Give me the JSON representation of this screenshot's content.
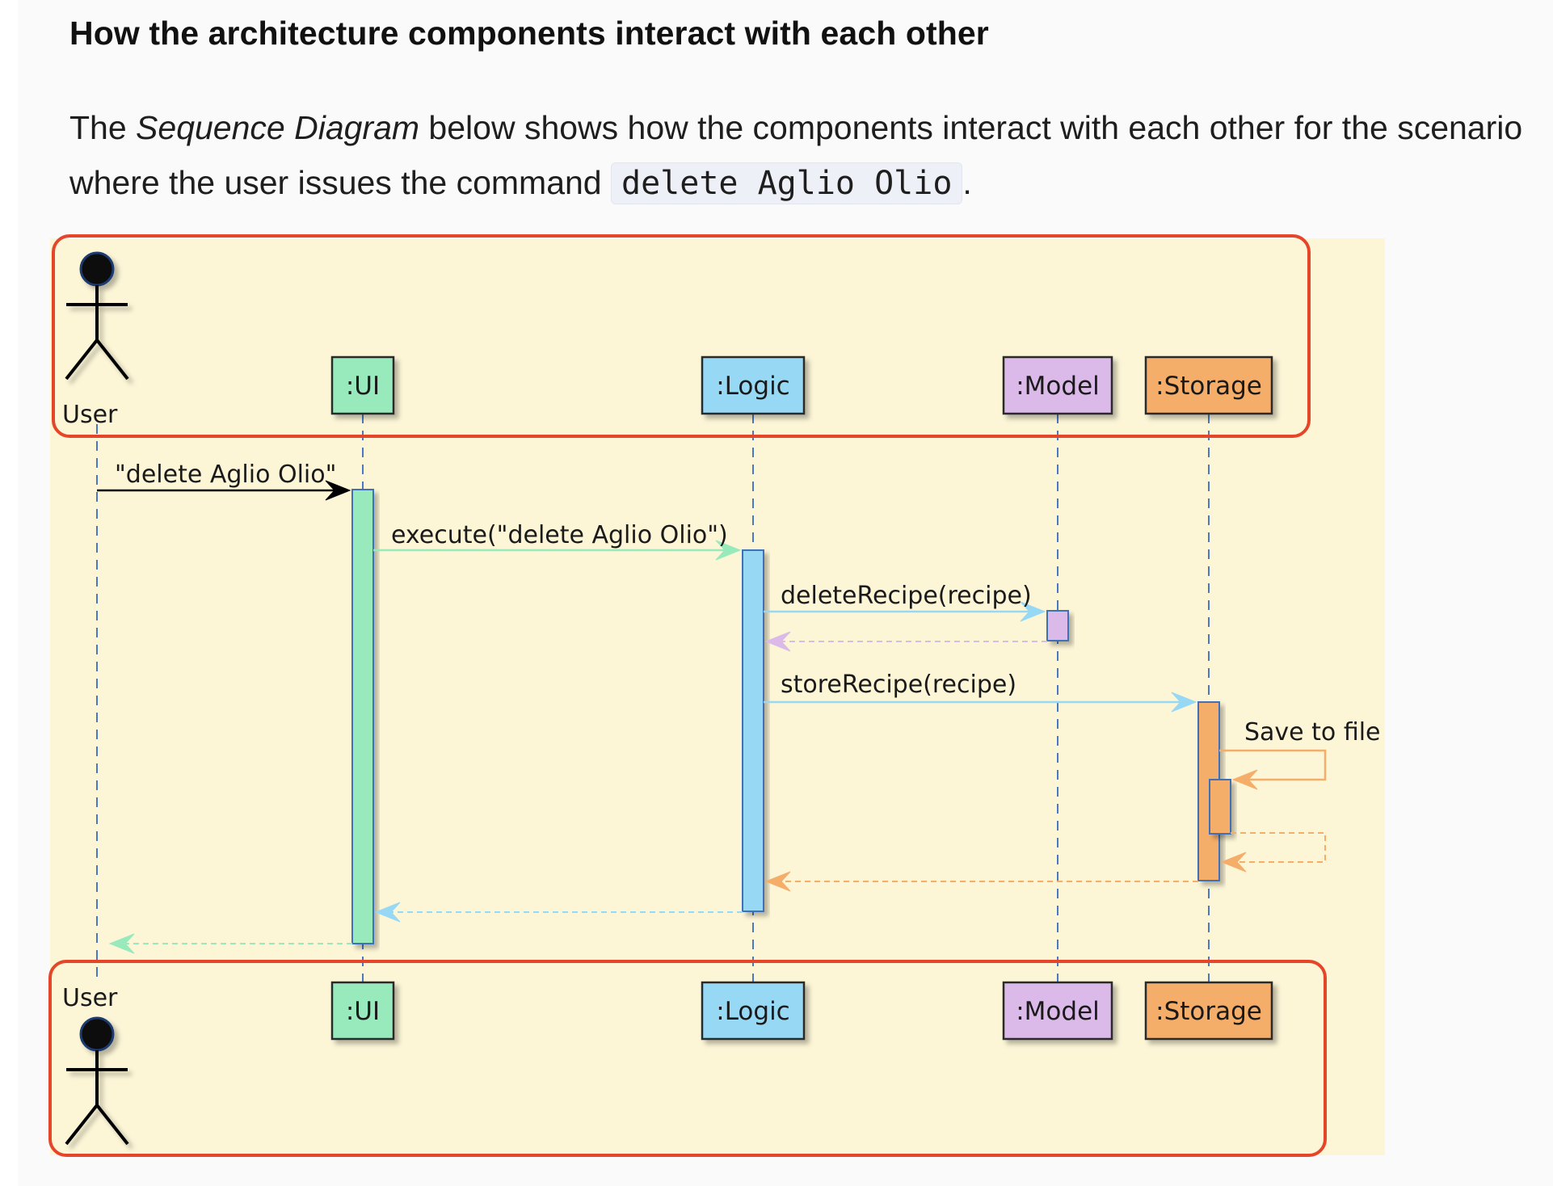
{
  "heading": "How the architecture components interact with each other",
  "intro": {
    "before": "The ",
    "emphasis": "Sequence Diagram",
    "middle": " below shows how the components interact with each other for the scenario where the user issues the command ",
    "code": "delete Aglio Olio",
    "after": "."
  },
  "diagram": {
    "actor": "User",
    "participants": [
      {
        "id": "ui",
        "label": ":UI",
        "color": "#98eabd"
      },
      {
        "id": "logic",
        "label": ":Logic",
        "color": "#97d8f5"
      },
      {
        "id": "model",
        "label": ":Model",
        "color": "#dbb9e8"
      },
      {
        "id": "storage",
        "label": ":Storage",
        "color": "#f5ae6a"
      }
    ],
    "messages": [
      {
        "from": "user",
        "to": "ui",
        "label": "\"delete Aglio Olio\"",
        "kind": "call",
        "color": "#000000"
      },
      {
        "from": "ui",
        "to": "logic",
        "label": "execute(\"delete Aglio Olio\")",
        "kind": "call",
        "color": "#98eabd"
      },
      {
        "from": "logic",
        "to": "model",
        "label": "deleteRecipe(recipe)",
        "kind": "call",
        "color": "#97d8f5"
      },
      {
        "from": "model",
        "to": "logic",
        "label": "",
        "kind": "return",
        "color": "#dbb9e8"
      },
      {
        "from": "logic",
        "to": "storage",
        "label": "storeRecipe(recipe)",
        "kind": "call",
        "color": "#97d8f5"
      },
      {
        "from": "storage",
        "to": "storage",
        "label": "Save to file",
        "kind": "self-call",
        "color": "#f5ae6a"
      },
      {
        "from": "storage",
        "to": "storage",
        "label": "",
        "kind": "self-return",
        "color": "#f5ae6a"
      },
      {
        "from": "storage",
        "to": "logic",
        "label": "",
        "kind": "return",
        "color": "#f5ae6a"
      },
      {
        "from": "logic",
        "to": "ui",
        "label": "",
        "kind": "return",
        "color": "#97d8f5"
      },
      {
        "from": "ui",
        "to": "user",
        "label": "",
        "kind": "return",
        "color": "#98eabd"
      }
    ],
    "colors": {
      "background": "#fcf5d6",
      "highlight": "#e5462a",
      "lifeline": "#4a78c2"
    }
  }
}
